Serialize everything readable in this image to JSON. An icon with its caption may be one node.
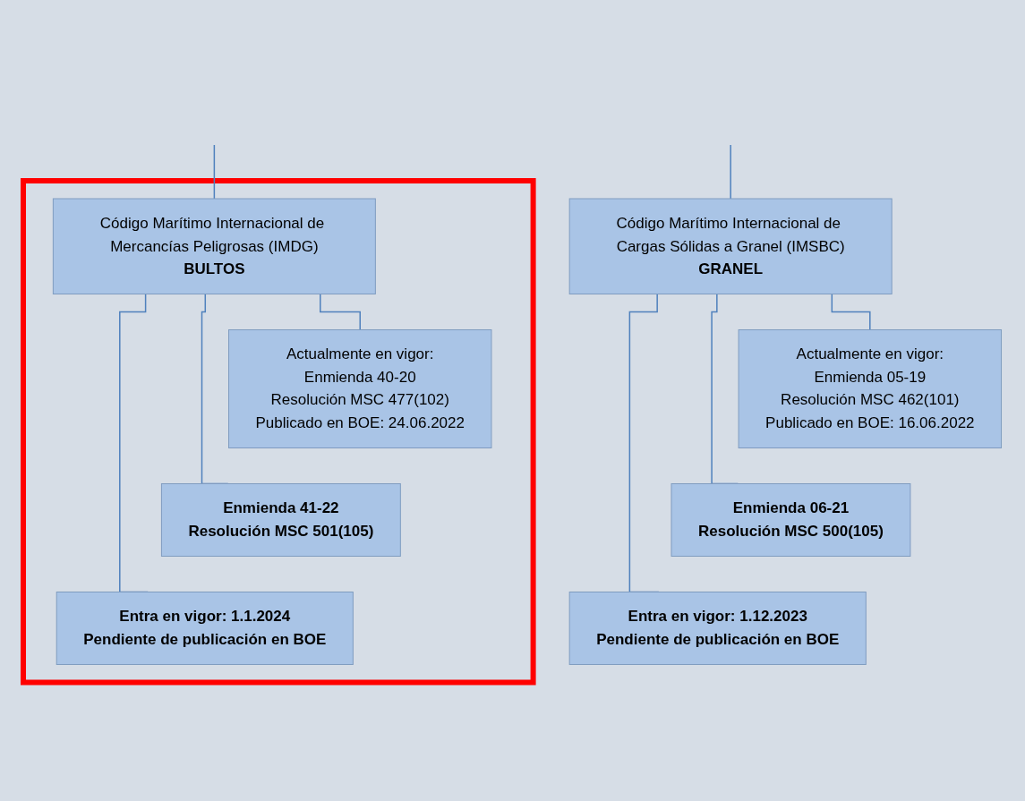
{
  "diagram": {
    "nodes": [
      {
        "text": [],
        "shape": "box"
      },
      {
        "text": [
          "Código Marítimo Internacional de Mercancías Peligrosas (IMDG)",
          "**BULTOS**"
        ],
        "in": 0
      },
      {
        "text": [
          "Actualmente en vigor:",
          "Enmienda 40-20",
          "Resolución MSC 477(102)",
          "Publicado en BOE: 24.06.2022"
        ],
        "in": 0
      },
      {
        "text": [
          "**Enmienda 41-22**",
          "**Resolución MSC 501(105)**"
        ],
        "in": 0
      },
      {
        "text": [
          "**Entra en vigor: 1.1.2024**",
          "**Pendiente de publicación en BOE**"
        ],
        "in": 0
      },
      {
        "text": [
          "Código Marítimo Internacional de Cargas Sólidas a Granel (IMSBC)",
          "**GRANEL**"
        ]
      },
      {
        "text": [
          "Actualmente en vigor:",
          "Enmienda 05-19",
          "Resolución MSC 462(101)",
          "Publicado en BOE: 16.06.2022"
        ]
      },
      {
        "text": [
          "**Enmienda 06-21**",
          "**Resolución MSC 500(105)**"
        ]
      },
      {
        "text": [
          "**Entra en vigor: 1.12.2023**",
          "**Pendiente de publicación en BOE**"
        ]
      }
    ],
    "edges": [
      {
        "from": null,
        "to": 1,
        "arrow": "none"
      },
      {
        "from": 1,
        "to": 2,
        "arrow": "none"
      },
      {
        "from": 1,
        "to": 3,
        "arrow": "none"
      },
      {
        "from": 1,
        "to": 4,
        "arrow": "none"
      },
      {
        "from": null,
        "to": 5,
        "arrow": "none"
      },
      {
        "from": 5,
        "to": 6,
        "arrow": "none"
      },
      {
        "from": 5,
        "to": 7,
        "arrow": "none"
      },
      {
        "from": 5,
        "to": 8,
        "arrow": "none"
      }
    ]
  }
}
